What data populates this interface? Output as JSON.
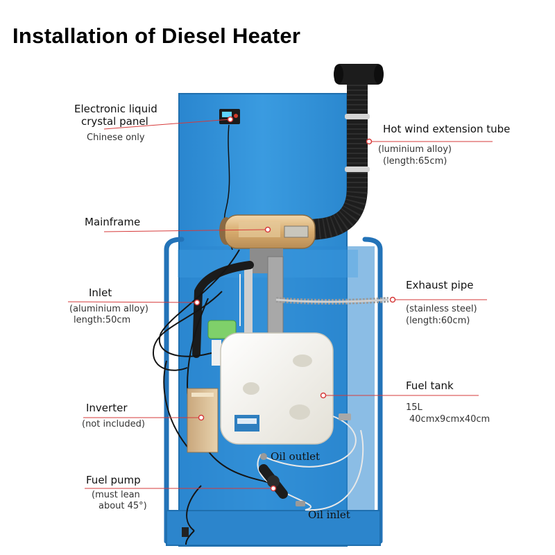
{
  "title": "Installation of Diesel Heater",
  "panel": {
    "name": "Electronic liquid crystal panel",
    "line1": "Electronic liquid",
    "line2": "crystal panel",
    "note": "Chinese only"
  },
  "mainframe": {
    "name": "Mainframe"
  },
  "inlet": {
    "name": "Inlet",
    "material": "(aluminium alloy)",
    "length": "length:50cm"
  },
  "inverter": {
    "name": "Inverter",
    "note": "(not included)"
  },
  "fuel_pump": {
    "name": "Fuel pump",
    "note_line1": "(must lean",
    "note_line2": "about 45°)"
  },
  "hot_wind_tube": {
    "name": "Hot wind extension tube",
    "material": "(luminium alloy)",
    "length": "(length:65cm)"
  },
  "exhaust_pipe": {
    "name": "Exhaust pipe",
    "material": "(stainless steel)",
    "length": "(length:60cm)"
  },
  "fuel_tank": {
    "name": "Fuel tank",
    "capacity": "15L",
    "dimensions": "40cmx9cmx40cm"
  },
  "oil_outlet": "Oil outlet",
  "oil_inlet": "Oil inlet",
  "colors": {
    "board": "#2e8fd6",
    "frame": "#2b86cf",
    "pointer": "#d63a3a",
    "tube": "#1f1f1f",
    "tank": "#f4f2ec",
    "heater": "#d9b27a"
  }
}
